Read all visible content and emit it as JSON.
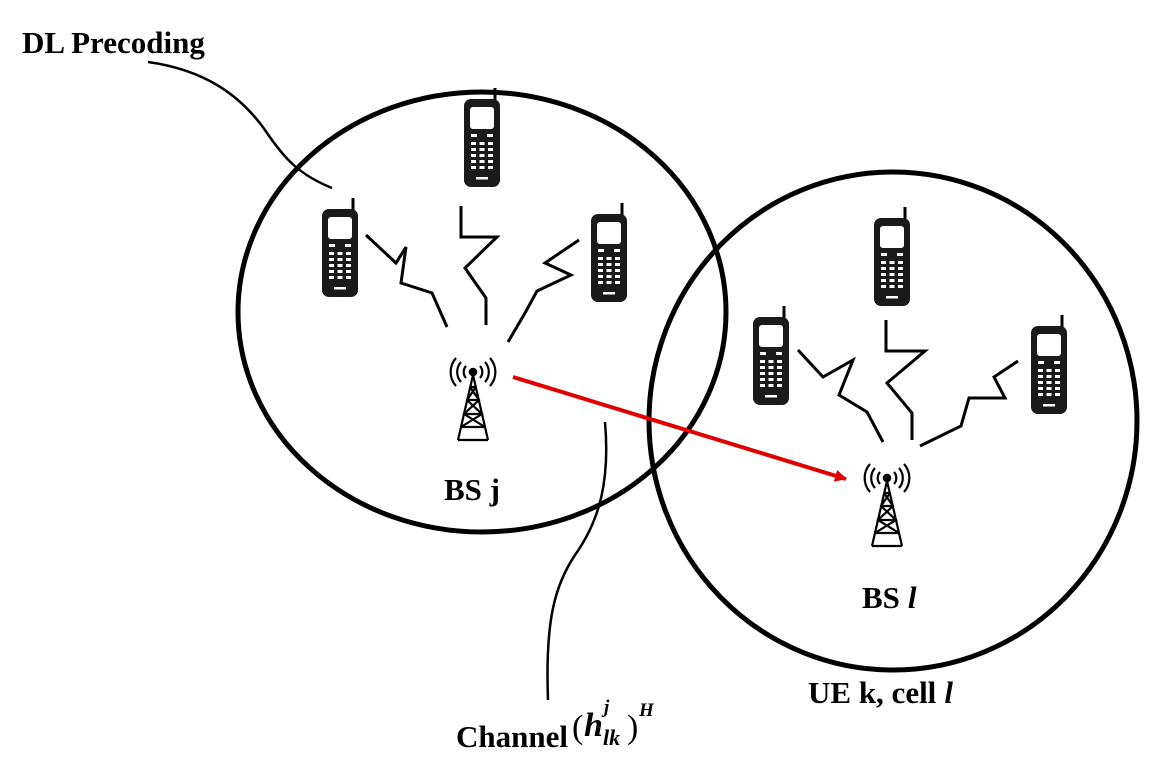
{
  "labels": {
    "dl_precoding": "DL Precoding",
    "bs_j": "BS j",
    "bs_l_prefix": "BS",
    "bs_l_italic": "l",
    "ue_prefix": "UE k, cell",
    "ue_italic": "l",
    "channel_word": "Channel",
    "channel_symbol": "h",
    "channel_super_j": "j",
    "channel_sub_lk": "lk",
    "channel_super_H": "H",
    "paren_open": "(",
    "paren_close": ")"
  },
  "colors": {
    "line": "#000000",
    "arrow": "#e00000",
    "background": "#ffffff"
  },
  "icons": {
    "phone": "mobile-phone-icon",
    "tower": "base-station-tower-icon",
    "link": "wireless-link-zigzag"
  }
}
